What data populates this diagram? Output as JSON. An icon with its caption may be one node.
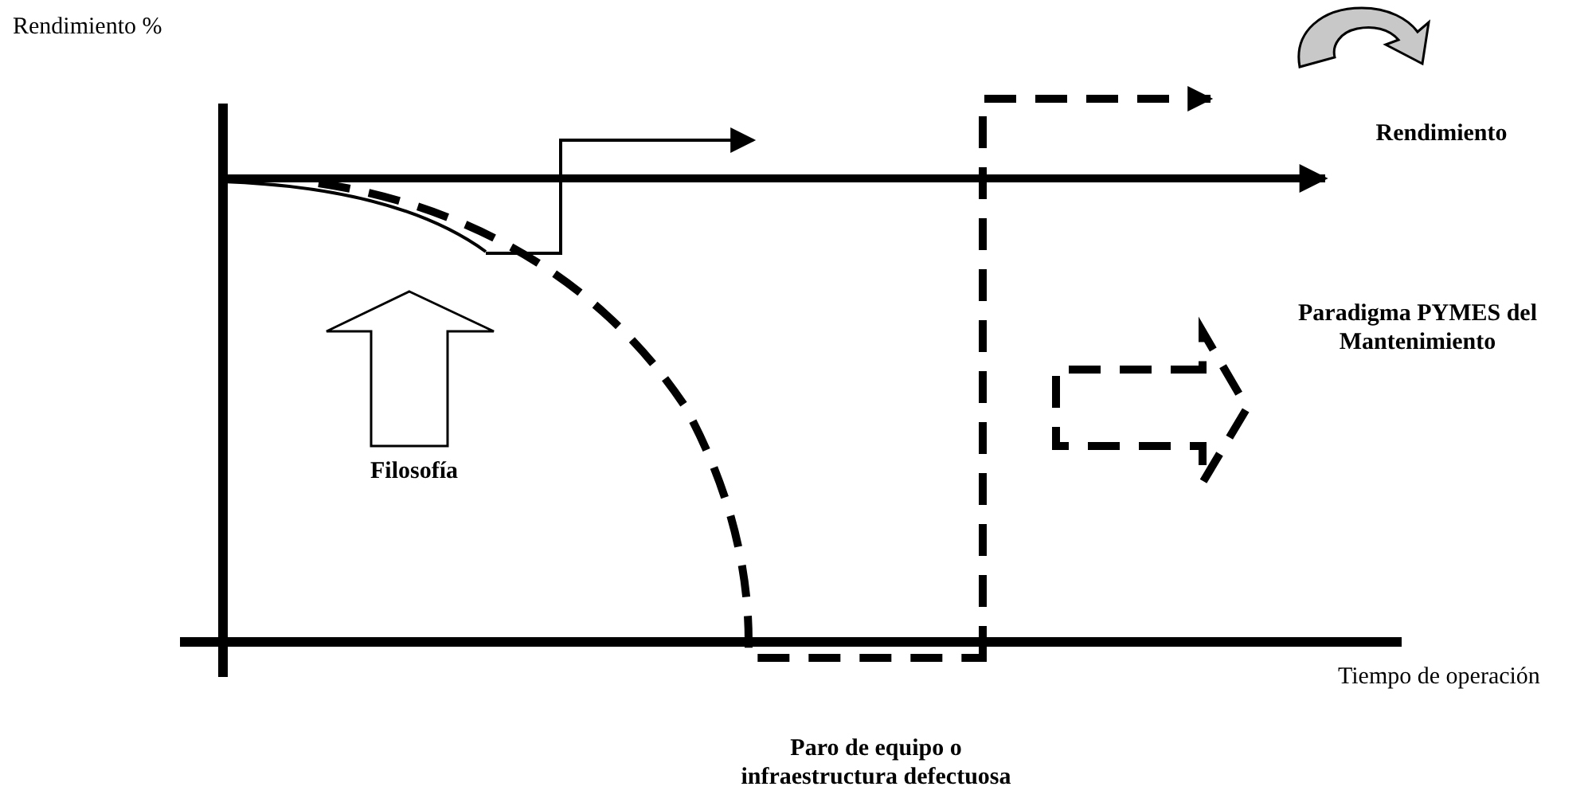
{
  "diagram": {
    "labels": [
      "Rendimiento %",
      "Rendimiento",
      "Paradigma PYMES del Mantenimiento",
      "Filosofía",
      "Tiempo de operación",
      "Paro de equipo o infraestructura defectuosa"
    ]
  }
}
